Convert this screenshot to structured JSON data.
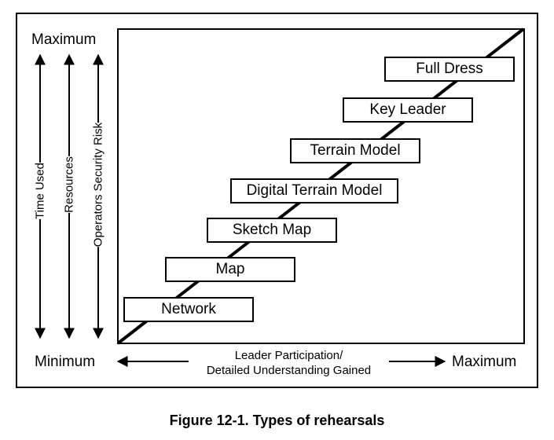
{
  "diagram": {
    "y_top_label": "Maximum",
    "y_bottom_label": "Minimum",
    "x_right_label": "Maximum",
    "x_axis_label_line1": "Leader Participation/",
    "x_axis_label_line2": "Detailed Understanding Gained",
    "vertical_axes": [
      "Time Used",
      "Resources",
      "Operators Security Risk"
    ],
    "steps": [
      "Network",
      "Map",
      "Sketch Map",
      "Digital Terrain Model",
      "Terrain Model",
      "Key Leader",
      "Full Dress"
    ]
  },
  "caption": "Figure 12-1. Types of rehearsals"
}
